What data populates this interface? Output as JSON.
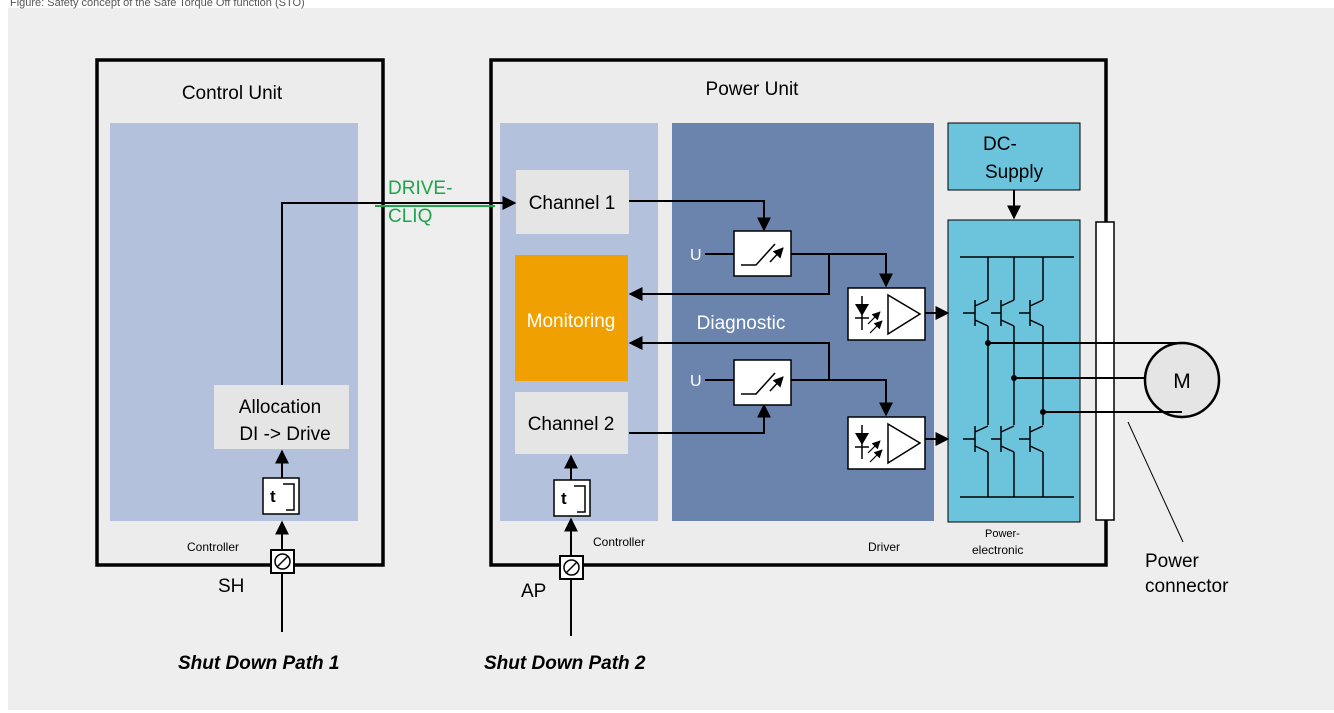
{
  "header": {
    "caption": "Figure: Safety concept of the Safe Torque Off function (STO)"
  },
  "control_unit": {
    "title": "Control Unit",
    "allocation_line1": "Allocation",
    "allocation_line2": "DI -> Drive",
    "controller": "Controller",
    "terminal": "SH",
    "path_label": "Shut Down Path 1"
  },
  "link": {
    "line1": "DRIVE-",
    "line2": "CLIQ",
    "color": "#1ea44a"
  },
  "power_unit": {
    "title": "Power Unit",
    "channel1": "Channel 1",
    "channel2": "Channel 2",
    "monitoring": "Monitoring",
    "diagnostic": "Diagnostic",
    "controller": "Controller",
    "driver": "Driver",
    "dc_line1": "DC-",
    "dc_line2": "Supply",
    "pe_line1": "Power-",
    "pe_line2": "electronic",
    "terminal": "AP",
    "path_label": "Shut Down Path 2",
    "voltage_symbol": "U"
  },
  "motor": {
    "label": "M"
  },
  "connector": {
    "line1": "Power",
    "line2": "connector"
  },
  "colors": {
    "background": "#eeeeef",
    "panel_light": "#b3c1dc",
    "panel_dark": "#6a84ae",
    "monitoring": "#f0a000",
    "channel": "#e5e5e5",
    "cyan": "#6cc4dc"
  }
}
